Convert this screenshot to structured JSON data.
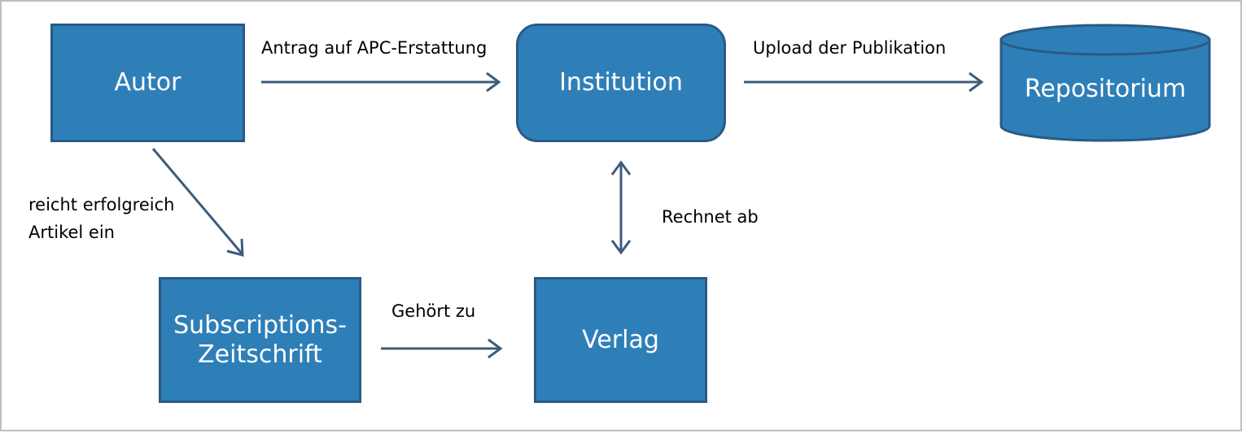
{
  "colors": {
    "node_fill": "#2e7fb8",
    "node_border": "#2a5a85",
    "arrow": "#3d5c7a",
    "node_text": "#ffffff",
    "frame_border": "#bfbfbf"
  },
  "nodes": {
    "autor": {
      "label": "Autor"
    },
    "institution": {
      "label": "Institution"
    },
    "repositorium": {
      "label": "Repositorium"
    },
    "subscription": {
      "label": "Subscriptions-\nZeitschrift"
    },
    "verlag": {
      "label": "Verlag"
    }
  },
  "edges": {
    "autor_institution": {
      "label": "Antrag auf APC-Erstattung"
    },
    "institution_repositorium": {
      "label": "Upload der Publikation"
    },
    "autor_subscription": {
      "label": "reicht erfolgreich\nArtikel ein"
    },
    "institution_verlag": {
      "label": "Rechnet ab"
    },
    "subscription_verlag": {
      "label": "Gehört zu"
    }
  }
}
